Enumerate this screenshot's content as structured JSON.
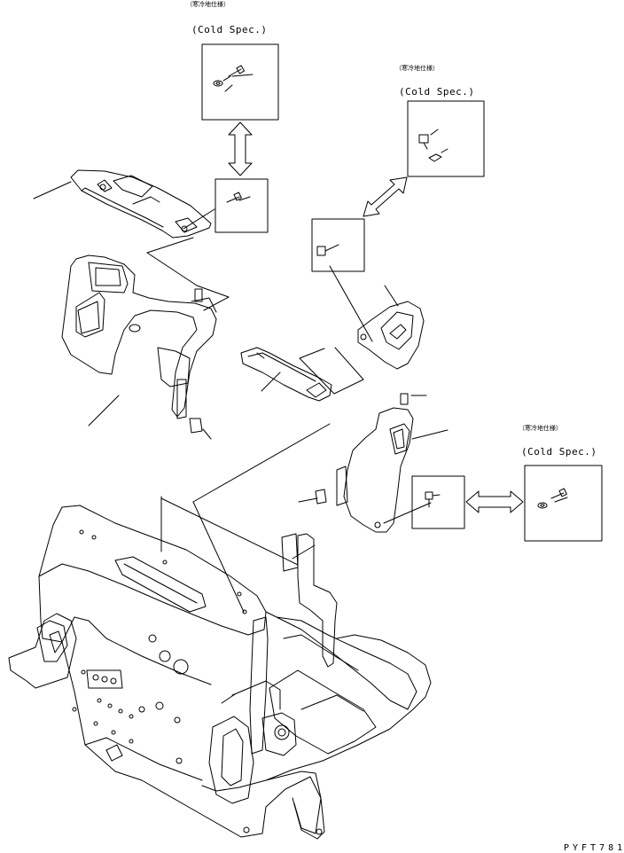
{
  "callouts": [
    {
      "jp": "（寒冷地仕様）",
      "en": "(Cold Spec.)"
    },
    {
      "jp": "（寒冷地仕様）",
      "en": "(Cold Spec.)"
    },
    {
      "jp": "（寒冷地仕様）",
      "en": "(Cold Spec.)"
    }
  ],
  "drawing_code": "PYFT781"
}
